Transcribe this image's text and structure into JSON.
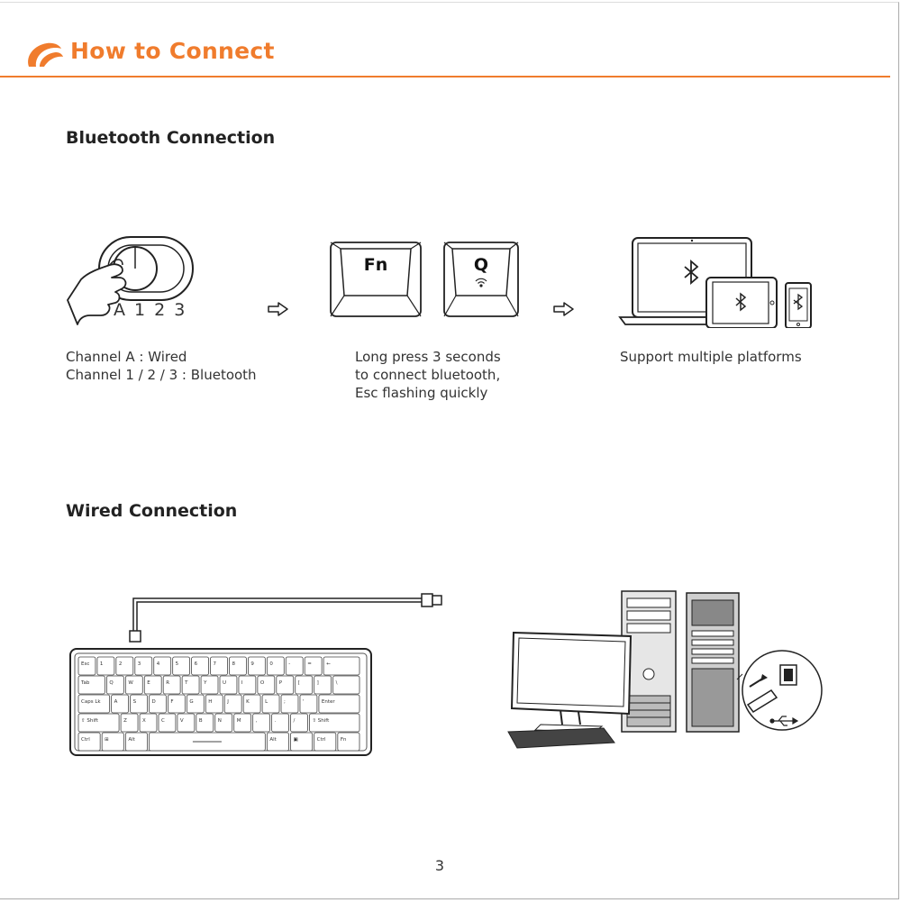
{
  "header": {
    "title": "How to Connect",
    "accent_color": "#f07c2d"
  },
  "bluetooth": {
    "heading": "Bluetooth Connection",
    "switch_labels": "A 1 2 3",
    "step1_caption": "Channel A : Wired\nChannel 1 / 2 / 3 : Bluetooth",
    "key_fn": "Fn",
    "key_q": "Q",
    "step2_caption": "Long press 3 seconds\nto connect bluetooth,\n Esc flashing quickly",
    "step3_caption": "Support multiple platforms"
  },
  "wired": {
    "heading": "Wired Connection"
  },
  "keyboard": {
    "rows": [
      [
        "Esc",
        "1",
        "2",
        "3",
        "4",
        "5",
        "6",
        "7",
        "8",
        "9",
        "0",
        "-",
        "=",
        "←"
      ],
      [
        "Tab",
        "Q",
        "W",
        "E",
        "R",
        "T",
        "Y",
        "U",
        "I",
        "O",
        "P",
        "[",
        "]",
        "\\"
      ],
      [
        "Caps Lk",
        "A",
        "S",
        "D",
        "F",
        "G",
        "H",
        "J",
        "K",
        "L",
        ";",
        "'",
        "Enter"
      ],
      [
        "⇧ Shift",
        "Z",
        "X",
        "C",
        "V",
        "B",
        "N",
        "M",
        ",",
        ".",
        "/",
        "⇧ Shift"
      ],
      [
        "Ctrl",
        "⊞",
        "Alt",
        "",
        "Alt",
        "▣",
        "Ctrl",
        "Fn"
      ]
    ]
  },
  "footer": {
    "page_number": "3"
  }
}
